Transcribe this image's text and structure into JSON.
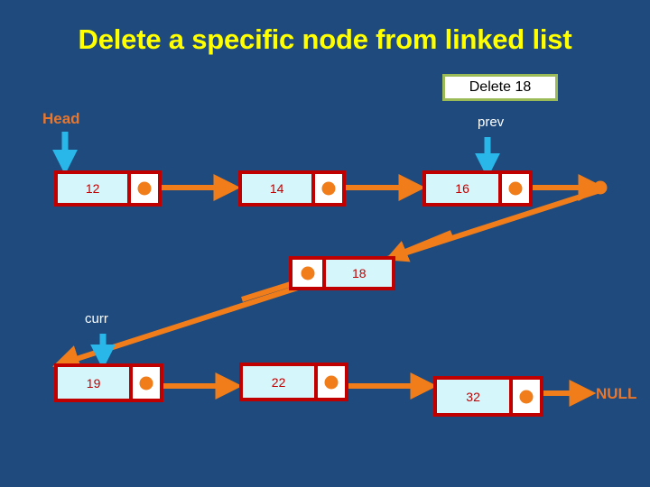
{
  "slide": {
    "title": "Delete a specific node from linked list",
    "background_color": "#1e4a7d",
    "title_color": "#ffff00"
  },
  "callout": {
    "label": "Delete 18",
    "fill_color": "#ffffff",
    "border_color": "#9bbb59",
    "text_color": "#000000"
  },
  "pointers": [
    {
      "name": "head",
      "label": "Head",
      "color": "#e8762c",
      "target_value": "12"
    },
    {
      "name": "prev",
      "label": "prev",
      "color": "#ffffff",
      "target_value": "16"
    },
    {
      "name": "curr",
      "label": "curr",
      "color": "#ffffff",
      "target_value": "19"
    }
  ],
  "nodes": [
    {
      "id": "n12",
      "value": "12",
      "row": 1
    },
    {
      "id": "n14",
      "value": "14",
      "row": 1
    },
    {
      "id": "n16",
      "value": "16",
      "row": 1
    },
    {
      "id": "n18",
      "value": "18",
      "row": 2,
      "detached": true
    },
    {
      "id": "n19",
      "value": "19",
      "row": 3
    },
    {
      "id": "n22",
      "value": "22",
      "row": 3
    },
    {
      "id": "n32",
      "value": "32",
      "row": 3
    }
  ],
  "terminator": {
    "label": "NULL",
    "color": "#e8762c"
  },
  "colors": {
    "node_border": "#c00000",
    "node_fill": "#d5f6fb",
    "node_value_text": "#c00000",
    "pointer_cell_fill": "#ffffff",
    "link_orange": "#f07d1a",
    "cyan_arrow": "#29b6e8"
  }
}
